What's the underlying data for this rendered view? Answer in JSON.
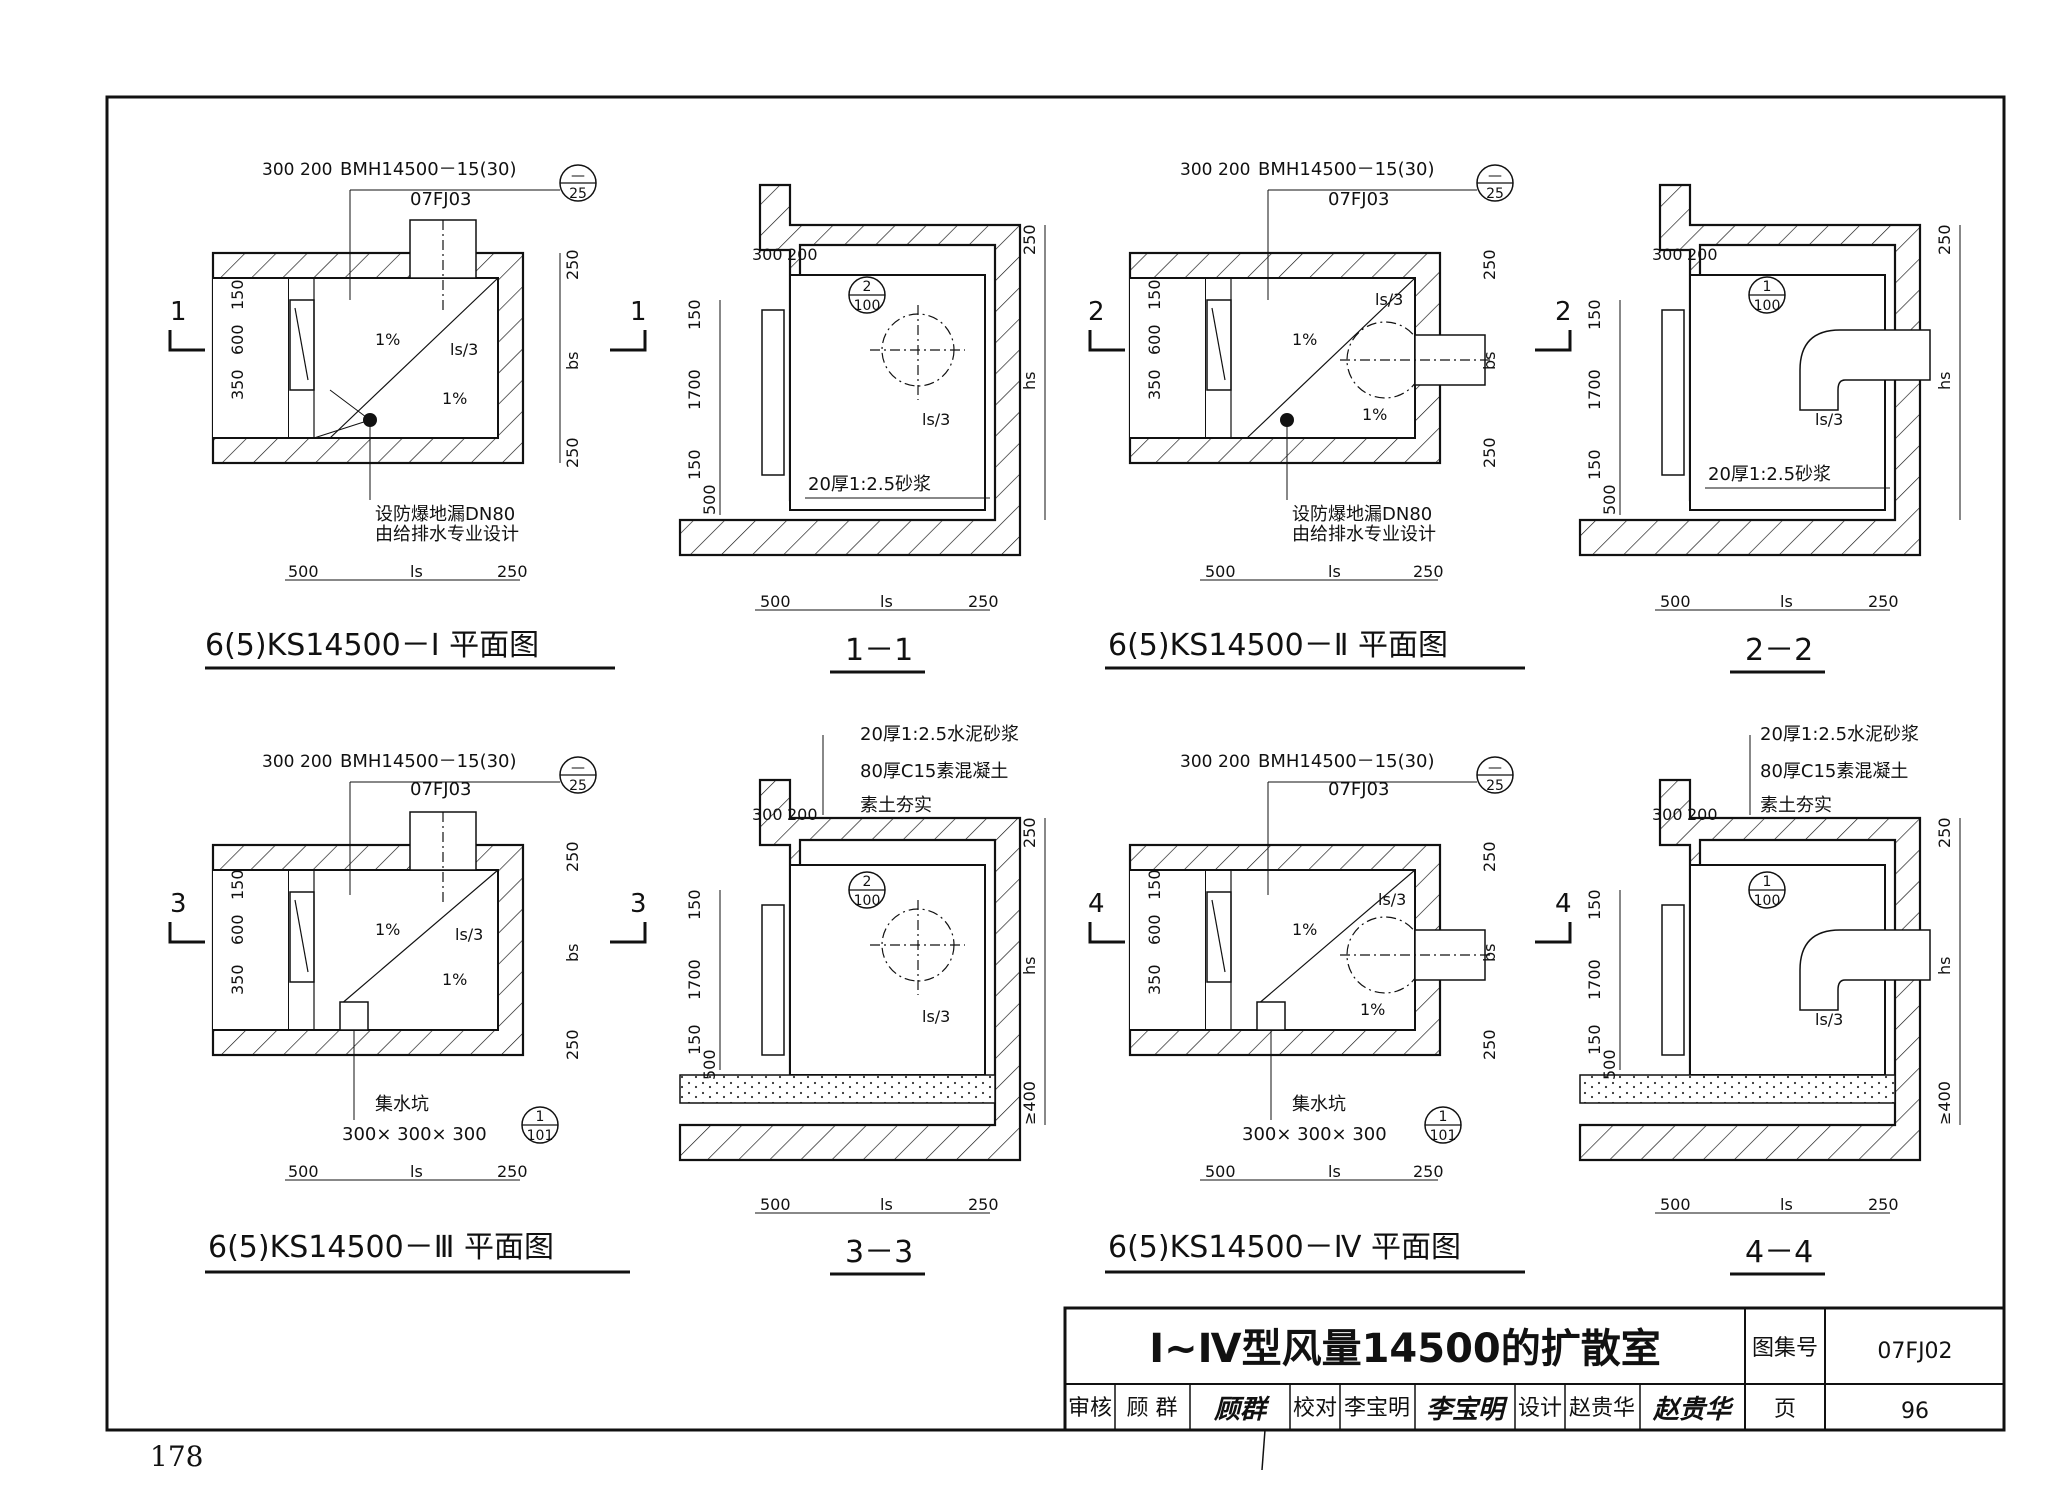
{
  "page_number": "178",
  "title_block": {
    "title": "Ⅰ~Ⅳ型风量14500的扩散室",
    "atlas_label": "图集号",
    "atlas_no": "07FJ02",
    "page_label": "页",
    "page_value": "96",
    "review_label": "审核",
    "reviewer": "顾 群",
    "reviewer_sign": "顾群",
    "check_label": "校对",
    "checker": "李宝明",
    "checker_sign": "李宝明",
    "design_label": "设计",
    "designer": "赵贵华",
    "designer_sign": "赵贵华"
  },
  "plans": [
    {
      "caption": "6(5)KS14500－Ⅰ 平面图",
      "valve": "BMH14500－15(30)",
      "ref_code": "07FJ03",
      "ref_top": "—",
      "ref_bottom": "25",
      "dim_300": "300",
      "dim_200": "200",
      "dim_150": "150",
      "dim_600": "600",
      "dim_350": "350",
      "dim_250a": "250",
      "dim_bs": "bs",
      "dim_250b": "250",
      "dim_500": "500",
      "dim_ls": "ls",
      "dim_250c": "250",
      "slope1": "1%",
      "slope2": "1%",
      "ls3": "ls/3",
      "section_no": "1",
      "note1": "设防爆地漏DN80",
      "note2": "由给排水专业设计"
    },
    {
      "caption": "6(5)KS14500－Ⅱ 平面图",
      "valve": "BMH14500－15(30)",
      "ref_code": "07FJ03",
      "ref_top": "—",
      "ref_bottom": "25",
      "dim_300": "300",
      "dim_200": "200",
      "dim_150": "150",
      "dim_600": "600",
      "dim_350": "350",
      "dim_250a": "250",
      "dim_bs": "bs",
      "dim_250b": "250",
      "dim_500": "500",
      "dim_ls": "ls",
      "dim_250c": "250",
      "slope1": "1%",
      "slope2": "1%",
      "ls3": "ls/3",
      "section_no": "2",
      "note1": "设防爆地漏DN80",
      "note2": "由给排水专业设计"
    },
    {
      "caption": "6(5)KS14500－Ⅲ 平面图",
      "valve": "BMH14500－15(30)",
      "ref_code": "07FJ03",
      "ref_top": "—",
      "ref_bottom": "25",
      "dim_300": "300",
      "dim_200": "200",
      "dim_150": "150",
      "dim_600": "600",
      "dim_350": "350",
      "dim_250a": "250",
      "dim_bs": "bs",
      "dim_250b": "250",
      "dim_500": "500",
      "dim_ls": "ls",
      "dim_250c": "250",
      "slope1": "1%",
      "slope2": "1%",
      "ls3": "ls/3",
      "section_no": "3",
      "note1": "集水坑",
      "note2": "300× 300× 300",
      "pit_ref_top": "1",
      "pit_ref_bottom": "101"
    },
    {
      "caption": "6(5)KS14500－Ⅳ 平面图",
      "valve": "BMH14500－15(30)",
      "ref_code": "07FJ03",
      "ref_top": "—",
      "ref_bottom": "25",
      "dim_300": "300",
      "dim_200": "200",
      "dim_150": "150",
      "dim_600": "600",
      "dim_350": "350",
      "dim_250a": "250",
      "dim_bs": "bs",
      "dim_250b": "250",
      "dim_500": "500",
      "dim_ls": "ls",
      "dim_250c": "250",
      "slope1": "1%",
      "slope2": "1%",
      "ls3": "ls/3",
      "section_no": "4",
      "note1": "集水坑",
      "note2": "300× 300× 300",
      "pit_ref_top": "1",
      "pit_ref_bottom": "101"
    }
  ],
  "sections": [
    {
      "caption": "1－1",
      "dim_300": "300",
      "dim_200": "200",
      "dim_150a": "150",
      "dim_1700": "1700",
      "dim_150b": "150",
      "dim_500v": "500",
      "dim_250": "250",
      "dim_hs": "hs",
      "dim_500": "500",
      "dim_ls": "ls",
      "dim_250c": "250",
      "ref_top": "2",
      "ref_bottom": "100",
      "ls3": "ls/3",
      "mortar": "20厚1:2.5砂浆"
    },
    {
      "caption": "2－2",
      "dim_300": "300",
      "dim_200": "200",
      "dim_150a": "150",
      "dim_1700": "1700",
      "dim_150b": "150",
      "dim_500v": "500",
      "dim_250": "250",
      "dim_hs": "hs",
      "dim_500": "500",
      "dim_ls": "ls",
      "dim_250c": "250",
      "ref_top": "1",
      "ref_bottom": "100",
      "ls3": "ls/3",
      "mortar": "20厚1:2.5砂浆"
    },
    {
      "caption": "3－3",
      "dim_300": "300",
      "dim_200": "200",
      "dim_150a": "150",
      "dim_1700": "1700",
      "dim_150b": "150",
      "dim_500v": "500",
      "dim_250": "250",
      "dim_hs": "hs",
      "dim_400": "≥400",
      "dim_500": "500",
      "dim_ls": "ls",
      "dim_250c": "250",
      "ref_top": "2",
      "ref_bottom": "100",
      "ls3": "ls/3",
      "layer1": "20厚1:2.5水泥砂浆",
      "layer2": "80厚C15素混凝土",
      "layer3": "素土夯实"
    },
    {
      "caption": "4－4",
      "dim_300": "300",
      "dim_200": "200",
      "dim_150a": "150",
      "dim_1700": "1700",
      "dim_150b": "150",
      "dim_500v": "500",
      "dim_250": "250",
      "dim_hs": "hs",
      "dim_400": "≥400",
      "dim_500": "500",
      "dim_ls": "ls",
      "dim_250c": "250",
      "ref_top": "1",
      "ref_bottom": "100",
      "ls3": "ls/3",
      "layer1": "20厚1:2.5水泥砂浆",
      "layer2": "80厚C15素混凝土",
      "layer3": "素土夯实"
    }
  ]
}
